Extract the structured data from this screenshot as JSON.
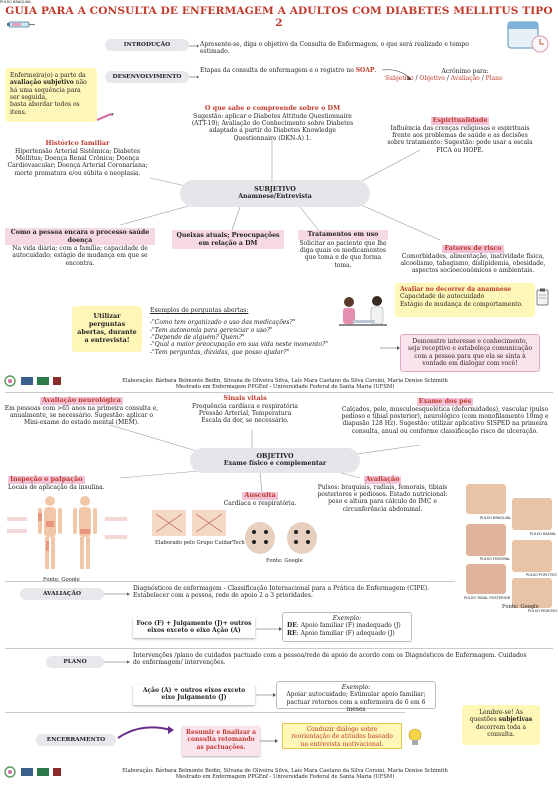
{
  "title": "GUIA PARA A CONSULTA DE ENFERMAGEM A ADULTOS COM DIABETES MELLITUS TIPO 2",
  "intro": {
    "label": "INTRODUÇÃO",
    "text": "Apresente-se, diga o objetivo da Consulta de Enfermagem, o que será realizado e tempo estimado."
  },
  "desenvolvimento": {
    "label": "DESENVOLVIMENTO",
    "text_pre": "Etapas da consulta de enfermagem e o registro no ",
    "soap": "SOAP",
    "text_post": ".",
    "acronym_title": "Acrônimo para:",
    "acronym_parts": [
      "Subjetivo",
      " / ",
      "Objetivo",
      " / ",
      "Avaliação",
      " / ",
      "Plano"
    ]
  },
  "side_note": {
    "pre": "Enfermeira(o) a parte da ",
    "bold": "avaliação subjetivo",
    "post": " não há uma sequência para ser seguida,",
    "line2": "basta abordar todos os itens."
  },
  "subjetivo": {
    "what_title": "O que sabe e compreende sobre o DM",
    "what_text": "Sugestão: aplicar o Diabetes Attitude Questionnaire (ATT-19); Avaliação do Conhecimento sobre Diabetes adaptado a partir do Diabetes Knowledge Questionnaire (DKN-A) 1.",
    "spirit_title": "Espiritualidade",
    "spirit_text": "Influência das crenças religiosas e espirituais frente aos problemas de saúde e as decisões sobre tratamento: Sugestão: pode usar a escala FICA ou HOPE.",
    "family_title": "Histórico familiar",
    "family_text": "Hipertensão Arterial Sistêmica; Diabetes Mellitus; Doença Renal Crônica; Doença Cardiovascular; Doença Arterial Coronariana; morte prematura e/ou súbita e neoplasia.",
    "center_title": "SUBJETIVO",
    "center_sub": "Anamnese/Entrevista",
    "risk_title": "Fatores de risco",
    "risk_text": "Comorbidades, alimentação, inatividade física, alcoolismo, tabagismo, dislipidemia, obesidade, aspectos socioeconômicos e ambientais.",
    "process_title": "Como a pessoa encara o processo saúde doença",
    "process_text": "Na vida diária; com a família; capacidade de autocuidado; estágio de mudança em que se encontra.",
    "complaints_title": "Queixas atuais; Preocupações em relação a DM",
    "treat_title": "Tratamentos em uso",
    "treat_text": "Solicitar ao paciente que lhe diga quais os medicamentos que toma e de que forma toma."
  },
  "questions": {
    "callout": "Utilizar perguntas abertas, durante a entrevista!",
    "header": "Exemplos de perguntas abertas:",
    "items": [
      "-\"Como tem organizado o uso das medicações?\"",
      "-\"Tem autonomia para gerenciar o uso?\"",
      "-\"Depende de alguém? Quem?\"",
      "-\"Qual a maior preocupação em sua vida neste momento?\"",
      "-\"Tem perguntas, dúvidas, que posso ajudar?\""
    ],
    "eval_title": "Avaliar no decorrer da anamnese",
    "eval_lines": [
      "Capacidade de autocuidado",
      "Estágio de mudança  de comportamento."
    ],
    "interest": "Demonstre interesse e conhecimento, seja receptivo e estabeleça comunicação com a pessoa para que ela se sinta à vontade em dialogar com você!"
  },
  "credits_1": [
    "Elaboração: Bárbara Belmonte Bedin, Silvana de Oliveira Silva, Laís Mara Caetano da Silva Corsini, Maria Denise Schimith",
    "Mestrado em Enfermagem PPGEnf - Universidade Federal de Santa Maria (UFSM)"
  ],
  "objetivo": {
    "neuro_title": "Avaliação neurológica",
    "neuro_text": "Em pessoas com >65 anos na primeira consulta e, anualmente, se necessário. Sugestão: aplicar o Mini-exame do estado mental (MEM).",
    "vitals_title": "Sinais vitais",
    "vitals_text": "Frequência cardíaca e respiratória Pressão Arterial, Temperatura Escala da dor, se necessário.",
    "feet_title": "Exame dos pés",
    "feet_text": "Calçados, pele, musculoesquelética (deformidades), vascular (pulso pedioso e tibial posterior), neurológico (com monofilamento 10mg e diapasão 128 Hz). Sugestão: utilizar aplicativo SISPED na primeira consulta, anual ou conforme classificação risco de ulceração.",
    "center_title": "OBJETIVO",
    "center_sub": "Exame físico e complementar",
    "inspect_title": "Inspeção e palpação",
    "inspect_text": "Locais de aplicação da insulina.",
    "auscult_title": "Ausculta",
    "auscult_text": "Cardíaca e respiratória.",
    "assess_title": "Avaliação",
    "assess_text": "Pulsos: braquiais, radiais, femorais, tibiais posteriores e pediosos. Estado nutricional: peso e altura para cálculo do IMC e circunferência abdominal.",
    "credit_cuidartech": "Elaborado pelo Grupo CuidarTech",
    "fonte_google": "Fonte: Google",
    "pulse_labels": [
      "PULSO BRAQUIAL",
      "PULSO RADIAL",
      "PULSO FEMORAL",
      "PULSO POPLÍTEO",
      "PULSO TIBIAL POSTERIOR",
      "PULSO PEDIOSO"
    ]
  },
  "avaliacao": {
    "label": "AVALIAÇÃO",
    "text": "Diagnósticos de enfermagem - Classificação Internacional para a Prática de Enfermagem (CIPE). Estabelecer com a pessoa, rede de apoio 2 a 3 prioridades.",
    "focus_box": "Foco (F) + Julgamento (J)+ outros eixos exceto o eixo Ação (A)",
    "ex_title": "Exemplo:",
    "ex_de_label": "DE",
    "ex_de": ": Apoio familiar (F) inadequado (J)",
    "ex_re_label": "RE",
    "ex_re": ": Apoio familiar (F) adequado (J)"
  },
  "plano": {
    "label": "PLANO",
    "text": "Intervenções /plano de cuidados pactuado com a pessoa/rede de apoio de acordo com os Diagnósticos de Enfermagem. Cuidados de enfermagem/ intervenções.",
    "action_box": "Ação (A) + outros eixos exceto eixo Julgamento (J)",
    "ex_title": "Exemplo:",
    "ex_text": "Apoiar autocuidado; Estimular apoio familiar; pactuar retornos com a enfermeira de 6 em 6 meses"
  },
  "encerramento": {
    "label": "ENCERRAMENTO",
    "summary": "Resumir e finalizar a consulta retomando as pactuações.",
    "motivational": "Conduzir diálogo sobre reorientação de atitudes baseado na entrevista motivacional.",
    "reminder_pre": "Lembre-se! As questões ",
    "reminder_bold": "subjetivas",
    "reminder_post": " decorrem toda a consulta."
  },
  "credits_2": [
    "Elaboração: Bárbara Belmonte Bedin, Silvana de Oliveira Silva, Laís Mara Caetano da Silva Corsini, Maria Denise Schimith",
    "Mestrado em Enfermagem PPGEnf - Universidade Federal de Santa Maria (UFSM)"
  ]
}
